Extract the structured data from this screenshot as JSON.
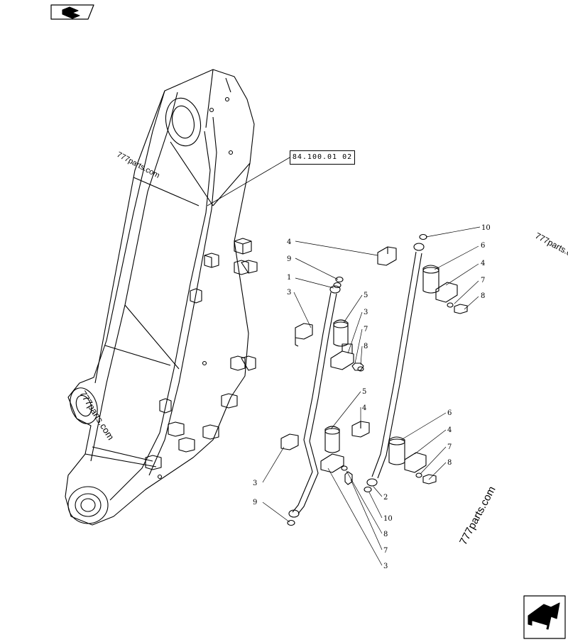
{
  "reference": "84.100.01 02",
  "watermark": "777parts.com",
  "labels": {
    "l_10a": "10",
    "l_6a": "6",
    "l_4a": "4",
    "l_7a": "7",
    "l_8a": "8",
    "l_4b": "4",
    "l_9a": "9",
    "l_1": "1",
    "l_3a": "3",
    "l_5a": "5",
    "l_3b": "3",
    "l_7b": "7",
    "l_8b": "8",
    "l_5b": "5",
    "l_4c": "4",
    "l_6b": "6",
    "l_4d": "4",
    "l_7c": "7",
    "l_8c": "8",
    "l_3c": "3",
    "l_9b": "9",
    "l_2": "2",
    "l_10b": "10",
    "l_8d": "8",
    "l_7d": "7",
    "l_3d": "3"
  },
  "icons": {
    "prev": "page-back-icon",
    "next": "page-forward-icon"
  }
}
